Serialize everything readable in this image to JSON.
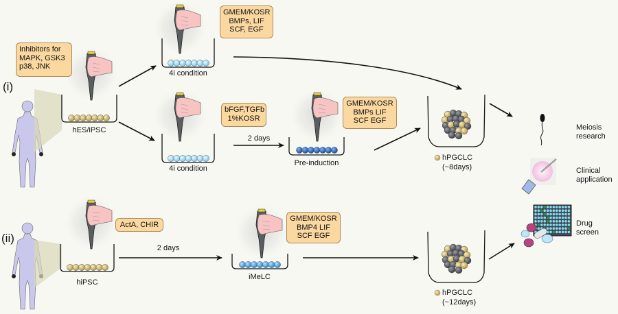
{
  "rows": {
    "row1_label": "(i)",
    "row2_label": "(ii)"
  },
  "boxes": {
    "inhibitors": [
      "Inhibitors for",
      "MAPK, GSK3",
      "p38, JNK"
    ],
    "top_media": [
      "GMEM/KOSR",
      "BMPs, LIF",
      "SCF, EGF"
    ],
    "bfgf": [
      "bFGF,TGFb",
      "1%KOSR"
    ],
    "preinduction_media": [
      "GMEM/KOSR",
      "BMPs LIF",
      "SCF EGF"
    ],
    "acta": [
      "ActA, CHIR"
    ],
    "imelc_media": [
      "GMEM/KOSR",
      "BMP4 LIF",
      "SCF EGF"
    ]
  },
  "labels": {
    "hes_ipsc": "hES/iPSC",
    "condition_top": "4i condition",
    "condition_mid": "4i condition",
    "two_days_1": "2 days",
    "preinduction": "Pre-induction",
    "hpgclc_8": "hPGCLC",
    "hpgclc_8_days": "(~8days)",
    "hipsc": "hiPSC",
    "two_days_2": "2 days",
    "imelc": "iMeLC",
    "hpgclc_12": "hPGCLC",
    "hpgclc_12_days": "(~12days)"
  },
  "applications": [
    {
      "line1": "Meiosis",
      "line2": "research",
      "icon": "sperm-icon"
    },
    {
      "line1": "Clinical",
      "line2": "application",
      "icon": "icsi-icon"
    },
    {
      "line1": "Drug",
      "line2": "screen",
      "icon": "drug-screen-icon"
    }
  ],
  "colors": {
    "background": "#f8f8f3",
    "box_fill": "#fbd8a0",
    "box_border": "#a88a5c",
    "stem_cell": "#d9c47a",
    "light_blue_cell": "#aee0f5",
    "mid_blue_cell": "#4aa3e0",
    "dark_blue_cell": "#2a6fc0",
    "human_figure": "#c9c8ec",
    "pgclc_gray": "#55585e"
  }
}
